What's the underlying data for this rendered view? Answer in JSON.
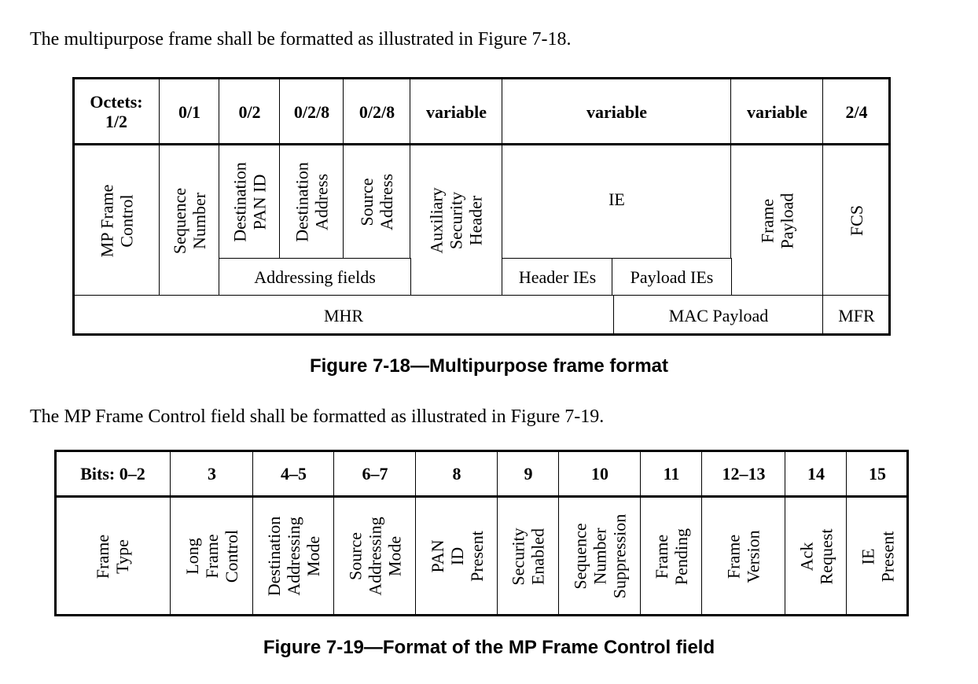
{
  "paragraph_1": "The multipurpose frame shall be formatted as illustrated in Figure 7-18.",
  "figure_7_18": {
    "octets": [
      "Octets:\n1/2",
      "0/1",
      "0/2",
      "0/2/8",
      "0/2/8",
      "variable",
      "variable",
      "variable",
      "2/4"
    ],
    "fields": {
      "mp_frame_control": "MP Frame\nControl",
      "sequence_number": "Sequence\nNumber",
      "destination_pan_id": "Destination\nPAN ID",
      "destination_address": "Destination\nAddress",
      "source_address": "Source\nAddress",
      "auxiliary_security_header": "Auxiliary\nSecurity\nHeader",
      "ie": "IE",
      "frame_payload": "Frame\nPayload",
      "fcs": "FCS"
    },
    "groups": {
      "addressing_fields": "Addressing fields",
      "header_ies": "Header IEs",
      "payload_ies": "Payload IEs",
      "mhr": "MHR",
      "mac_payload": "MAC Payload",
      "mfr": "MFR"
    },
    "caption": "Figure 7-18—Multipurpose frame format"
  },
  "paragraph_2": "The MP Frame Control field shall be formatted as illustrated in Figure 7-19.",
  "figure_7_19": {
    "bits": [
      "Bits: 0–2",
      "3",
      "4–5",
      "6–7",
      "8",
      "9",
      "10",
      "11",
      "12–13",
      "14",
      "15"
    ],
    "fields": [
      "Frame\nType",
      "Long\nFrame\nControl",
      "Destination\nAddressing\nMode",
      "Source\nAddressing\nMode",
      "PAN\nID\nPresent",
      "Security\nEnabled",
      "Sequence\nNumber\nSuppression",
      "Frame\nPending",
      "Frame\nVersion",
      "Ack\nRequest",
      "IE\nPresent"
    ],
    "caption": "Figure 7-19—Format of the MP Frame Control field"
  }
}
